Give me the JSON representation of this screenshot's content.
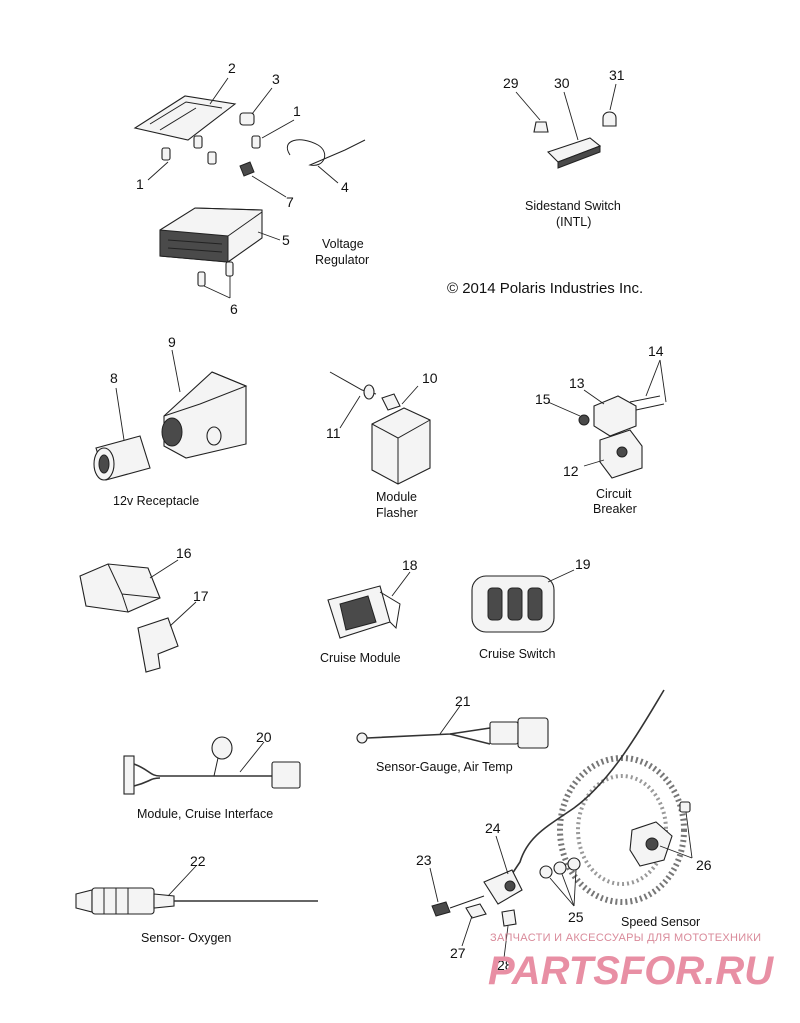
{
  "callouts": {
    "c1a": "1",
    "c1b": "1",
    "c2": "2",
    "c3": "3",
    "c4": "4",
    "c5": "5",
    "c6": "6",
    "c7": "7",
    "c8": "8",
    "c9": "9",
    "c10": "10",
    "c11": "11",
    "c12": "12",
    "c13": "13",
    "c14": "14",
    "c15": "15",
    "c16": "16",
    "c17": "17",
    "c18": "18",
    "c19": "19",
    "c20": "20",
    "c21": "21",
    "c22": "22",
    "c23": "23",
    "c24": "24",
    "c25": "25",
    "c26": "26",
    "c27": "27",
    "c28": "28",
    "c29": "29",
    "c30": "30",
    "c31": "31"
  },
  "labels": {
    "voltage_regulator_l1": "Voltage",
    "voltage_regulator_l2": "Regulator",
    "sidestand_l1": "Sidestand Switch",
    "sidestand_l2": "(INTL)",
    "copyright": "© 2014 Polaris Industries Inc.",
    "receptacle": "12v Receptacle",
    "flasher_l1": "Module",
    "flasher_l2": "Flasher",
    "breaker_l1": "Circuit",
    "breaker_l2": "Breaker",
    "cruise_module": "Cruise Module",
    "cruise_switch": "Cruise Switch",
    "air_temp": "Sensor-Gauge, Air Temp",
    "cruise_interface": "Module, Cruise Interface",
    "oxygen": "Sensor- Oxygen",
    "speed_sensor": "Speed Sensor"
  },
  "watermark": {
    "tagline": "ЗАПЧАСТИ И АКСЕССУАРЫ ДЛЯ МОТОТЕХНИКИ",
    "brand": "PARTSFOR.RU"
  }
}
